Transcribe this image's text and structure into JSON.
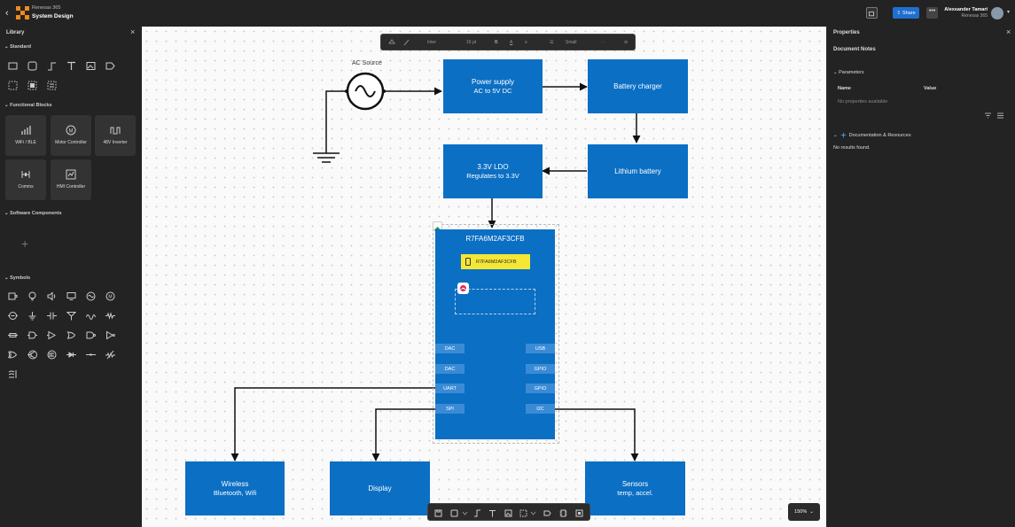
{
  "app": {
    "name": "Renesas 365",
    "project": "System Design"
  },
  "header": {
    "share_label": "Share",
    "more_label": "•••",
    "user_name": "Alexsander Tamari",
    "user_org": "Renesas 365"
  },
  "library": {
    "title": "Library",
    "sections": {
      "standard": "Standard",
      "functional_blocks": "Functional Blocks",
      "software_components": "Software Components",
      "symbols": "Symbols"
    },
    "blocks": [
      {
        "label": "WiFi / BLE",
        "icon": "bar-chart-icon"
      },
      {
        "label": "Motor Controller",
        "icon": "motor-icon"
      },
      {
        "label": "48V Inverter",
        "icon": "inverter-icon"
      },
      {
        "label": "Comms",
        "icon": "comms-icon"
      },
      {
        "label": "HMI Controller",
        "icon": "hmi-icon"
      }
    ]
  },
  "toolbar_top": {
    "font": "Inter",
    "size": "16 pt",
    "weight": "Small"
  },
  "zoom": {
    "label": "150%"
  },
  "diagram": {
    "ac_source": "AC Source",
    "power_supply": {
      "l1": "Power supply",
      "l2": "AC to 5V DC"
    },
    "battery_charger": "Battery charger",
    "ldo": {
      "l1": "3.3V LDO",
      "l2": "Regulates to 3.3V"
    },
    "lithium_battery": "Lithium battery",
    "mcu": {
      "title": "R7FA6M2AF3CFB",
      "chip": "R7FA6M2AF3CFB"
    },
    "pins_left": [
      "DAC",
      "DAC",
      "UART",
      "SPI"
    ],
    "pins_right": [
      "USB",
      "GPIO",
      "GPIO",
      "I2C"
    ],
    "wireless": {
      "l1": "Wireless",
      "l2": "Bluetooth, Wifi"
    },
    "display": "Display",
    "sensors": {
      "l1": "Sensors",
      "l2": "temp, accel."
    }
  },
  "properties": {
    "title": "Properties",
    "doc_notes": "Document Notes",
    "parameters": "Parameters",
    "col_name": "Name",
    "col_value": "Value",
    "no_props": "No properties available",
    "doc_resources": "Documentation & Resources",
    "no_results": "No results found."
  },
  "colors": {
    "accent": "#1f6fcf",
    "block": "#0b6fc4",
    "pin": "#3a8bd6",
    "chip": "#f6e735",
    "logo": "#f08a1d"
  }
}
